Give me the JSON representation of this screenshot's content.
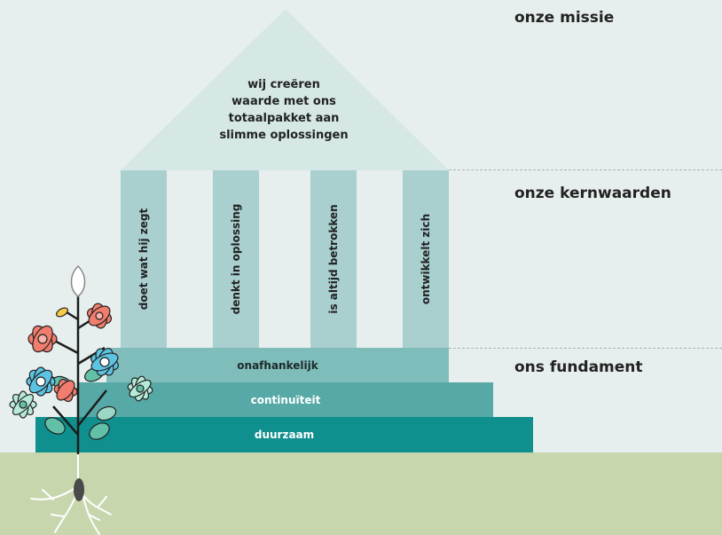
{
  "roof": {
    "lines": [
      "wij creëren",
      "waarde met ons",
      "totaalpakket aan",
      "slimme oplossingen"
    ]
  },
  "pillars": [
    "doet wat hij zegt",
    "denkt in oplossing",
    "is altijd betrokken",
    "ontwikkelt zich"
  ],
  "foundation": [
    "onafhankelijk",
    "continuïteit",
    "duurzaam"
  ],
  "sections": {
    "mission": "onze missie",
    "values": "onze kernwaarden",
    "foundation": "ons fundament"
  },
  "colors": {
    "roof": "#d5e8e6",
    "pillar": "#a9cfcf",
    "step_light": "#7fbdba",
    "step_mid": "#56a9a6",
    "step_dark": "#0f8f8d",
    "ground": "#c7d6ac"
  }
}
